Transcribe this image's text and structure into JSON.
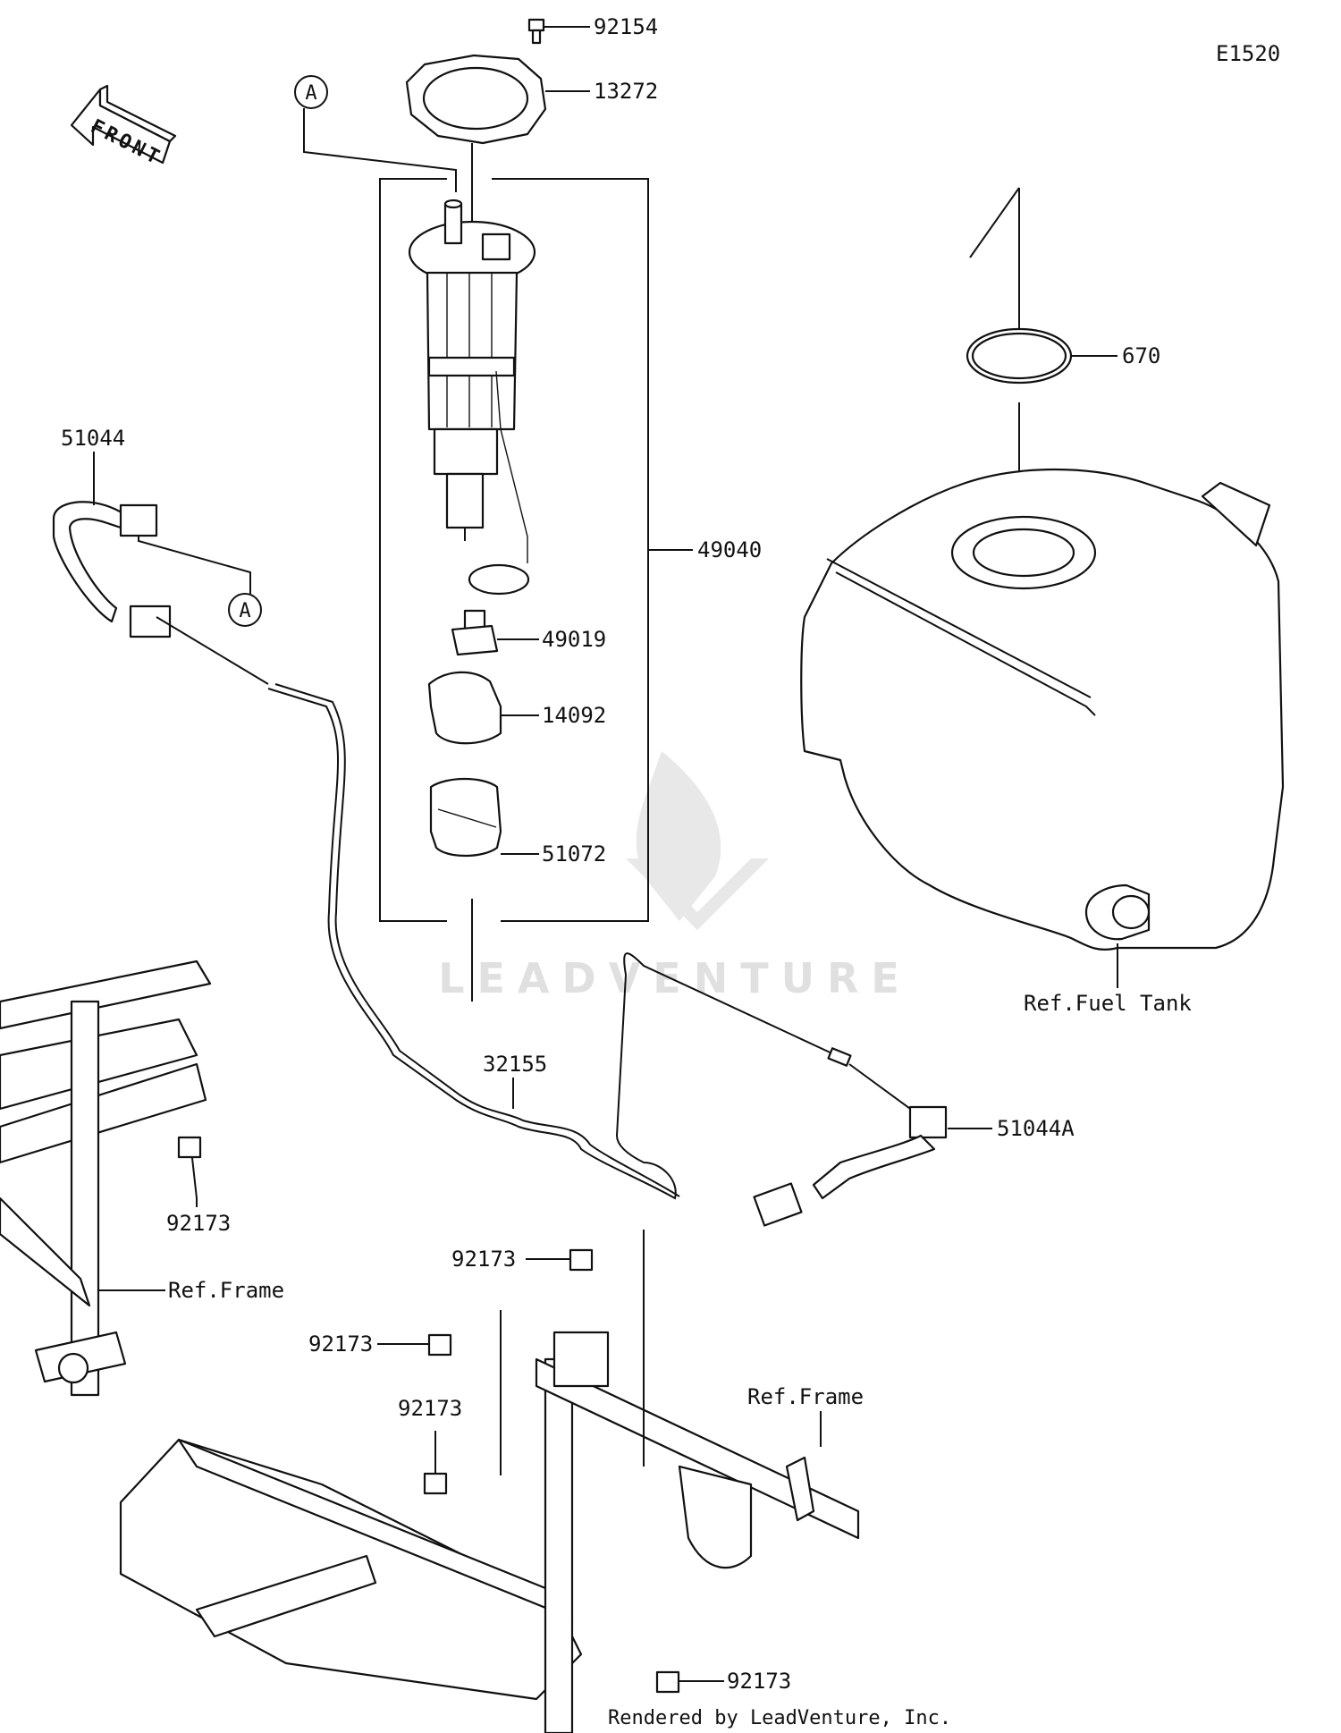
{
  "diagram_code": "E1520",
  "front_arrow": {
    "text": "FRONT"
  },
  "circle_refs": {
    "top": "A",
    "left": "A"
  },
  "part_labels": {
    "p92154": "92154",
    "p13272": "13272",
    "p670": "670",
    "p51044": "51044",
    "p49040": "49040",
    "p49019": "49019",
    "p14092": "14092",
    "p51072": "51072",
    "p32155": "32155",
    "p51044A": "51044A",
    "p92173_a": "92173",
    "p92173_b": "92173",
    "p92173_c": "92173",
    "p92173_d": "92173",
    "p92173_e": "92173"
  },
  "ref_labels": {
    "fuel_tank": "Ref.Fuel Tank",
    "frame_left": "Ref.Frame",
    "frame_right": "Ref.Frame"
  },
  "watermark": "LEADVENTURE",
  "footer": "Rendered by LeadVenture, Inc.",
  "colors": {
    "line": "#111111",
    "watermark": "#d8d8d8",
    "background": "#ffffff"
  }
}
